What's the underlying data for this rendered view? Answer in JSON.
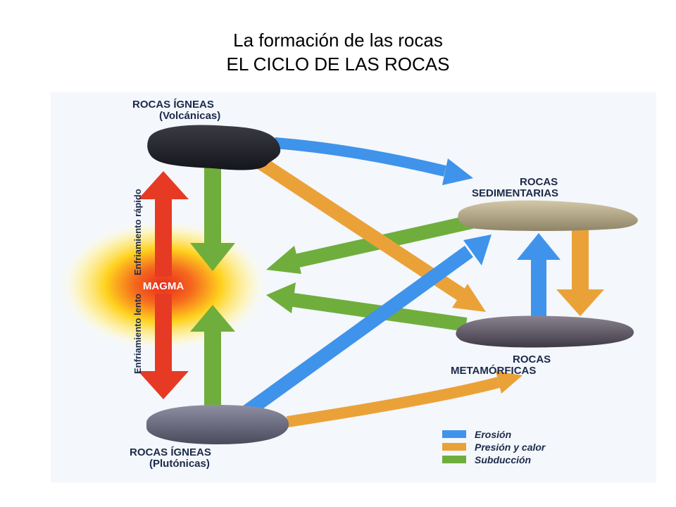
{
  "slide": {
    "title_line1": "La formación de las rocas",
    "title_line2": "EL CICLO DE LAS ROCAS"
  },
  "diagram": {
    "nodes": {
      "igneous_volcanic": {
        "line1": "ROCAS ÍGNEAS",
        "line2": "(Volcánicas)"
      },
      "sedimentary": {
        "line1": "ROCAS",
        "line2": "SEDIMENTARIAS"
      },
      "metamorphic": {
        "line1": "ROCAS",
        "line2": "METAMÓRFICAS"
      },
      "igneous_plutonic": {
        "line1": "ROCAS ÍGNEAS",
        "line2": "(Plutónicas)"
      },
      "magma": {
        "label": "MAGMA"
      }
    },
    "side_labels": {
      "fast_cooling": "Enfriamiento rápido",
      "slow_cooling": "Enfriamiento lento"
    },
    "legend": [
      {
        "label": "Erosión",
        "color": "#3f93ea"
      },
      {
        "label": "Presión y calor",
        "color": "#eaa238"
      },
      {
        "label": "Subducción",
        "color": "#6fae3c"
      }
    ],
    "colors": {
      "erosion": "#3f93ea",
      "pressure_heat": "#eaa238",
      "subduction": "#6fae3c",
      "cooling": "#e63a25",
      "label_text": "#1c2a4a"
    }
  }
}
